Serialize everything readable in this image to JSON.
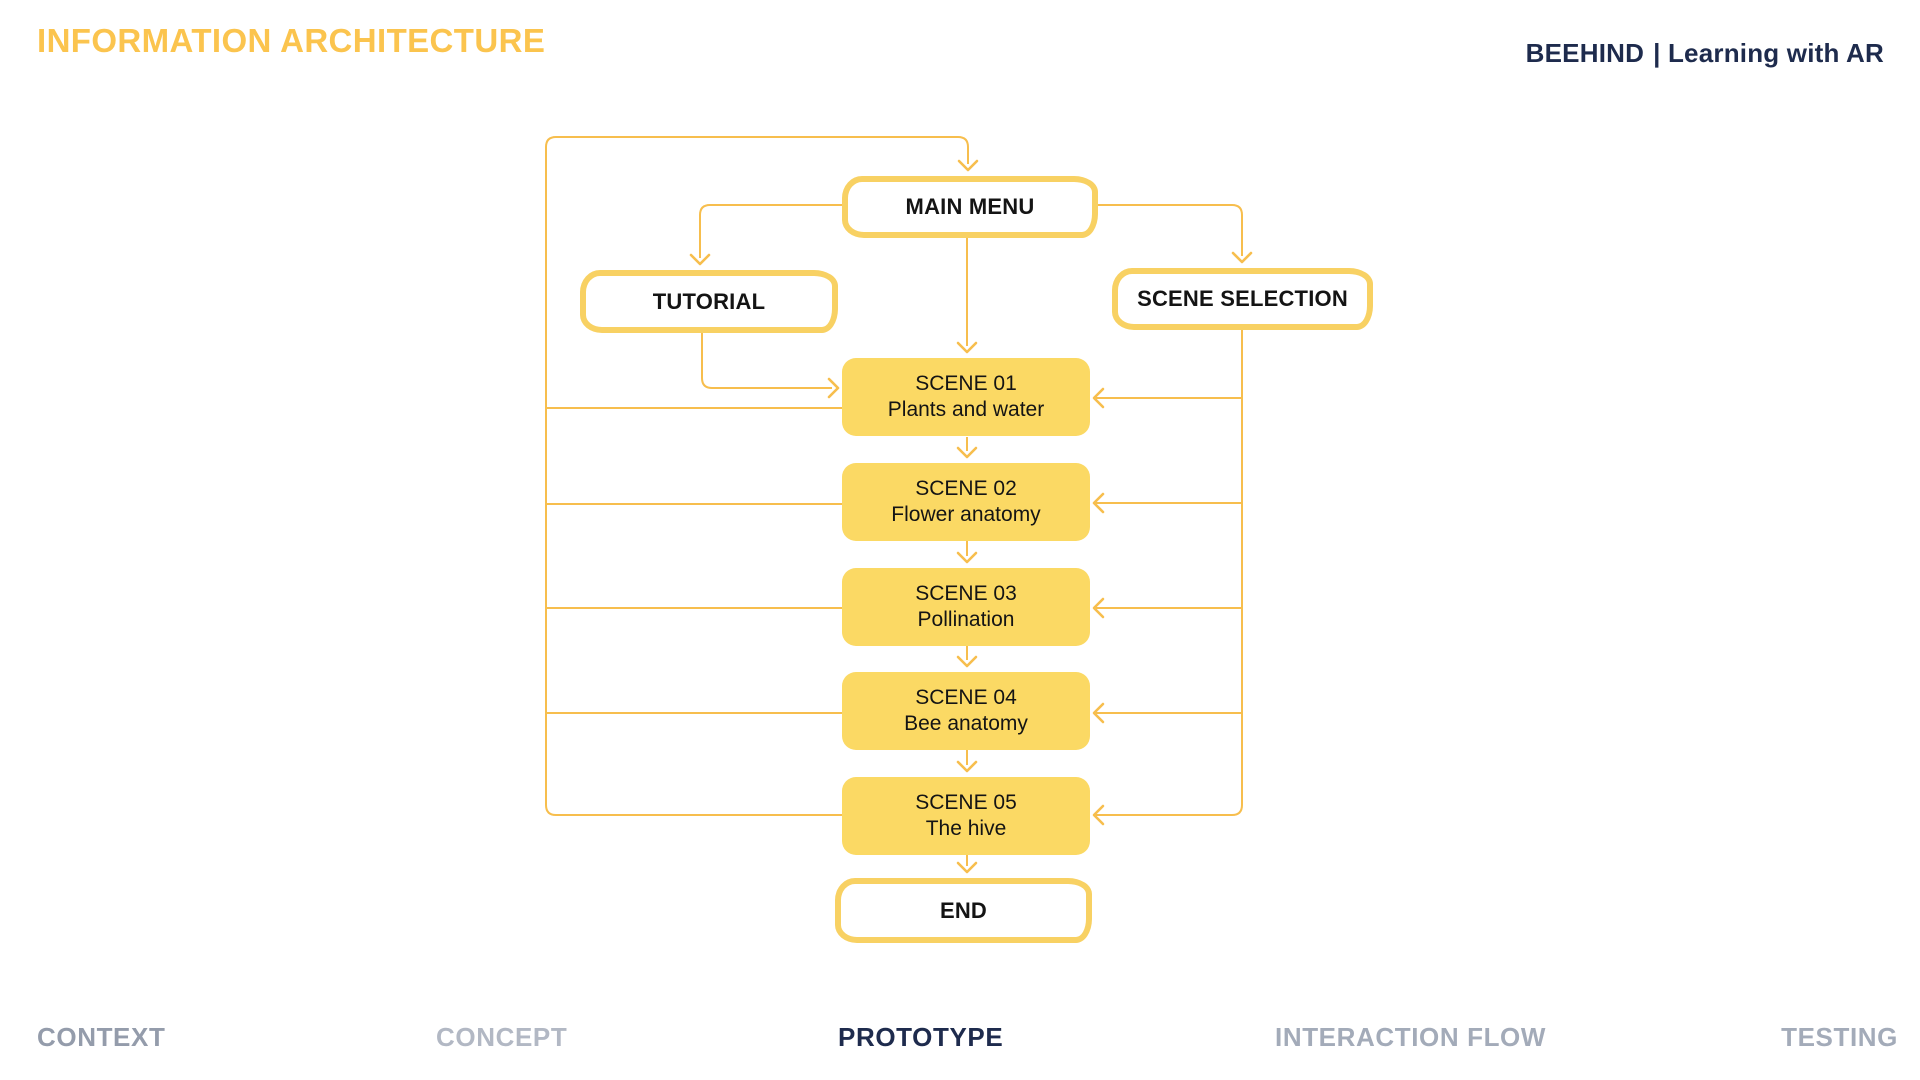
{
  "header": {
    "title": "INFORMATION ARCHITECTURE",
    "brand": "BEEHIND",
    "brand_tagline": "| Learning with AR"
  },
  "diagram": {
    "nodes": {
      "main_menu": {
        "label": "MAIN MENU"
      },
      "tutorial": {
        "label": "TUTORIAL"
      },
      "scene_selection": {
        "label": "SCENE SELECTION"
      },
      "end": {
        "label": "END"
      },
      "scenes": [
        {
          "label": "SCENE 01",
          "sublabel": "Plants and water"
        },
        {
          "label": "SCENE 02",
          "sublabel": "Flower anatomy"
        },
        {
          "label": "SCENE 03",
          "sublabel": "Pollination"
        },
        {
          "label": "SCENE 04",
          "sublabel": "Bee anatomy"
        },
        {
          "label": "SCENE 05",
          "sublabel": "The hive"
        }
      ]
    },
    "edges": [
      "outer-loop: scenes -> left rail -> top -> MAIN MENU",
      "MAIN MENU -> TUTORIAL",
      "MAIN MENU -> SCENE SELECTION",
      "MAIN MENU -> SCENE 01",
      "TUTORIAL -> SCENE 01",
      "SCENE SELECTION -> each scene (right rail)",
      "SCENE 01 -> SCENE 02 -> SCENE 03 -> SCENE 04 -> SCENE 05 -> END"
    ]
  },
  "footer": {
    "items": [
      {
        "label": "CONTEXT",
        "active": false
      },
      {
        "label": "CONCEPT",
        "active": false
      },
      {
        "label": "PROTOTYPE",
        "active": true
      },
      {
        "label": "INTERACTION FLOW",
        "active": false
      },
      {
        "label": "TESTING",
        "active": false
      }
    ]
  },
  "colors": {
    "title_yellow": "#FBC44E",
    "navy": "#1E2B4D",
    "box_border_yellow": "#F8D163",
    "scene_fill_yellow": "#FBD964",
    "connector_yellow": "#F7BE4D",
    "nav_inactive_gray": "#A3ABB9",
    "nav_light_gray": "#B2B8C4",
    "nav_medium_gray": "#949CAB"
  }
}
